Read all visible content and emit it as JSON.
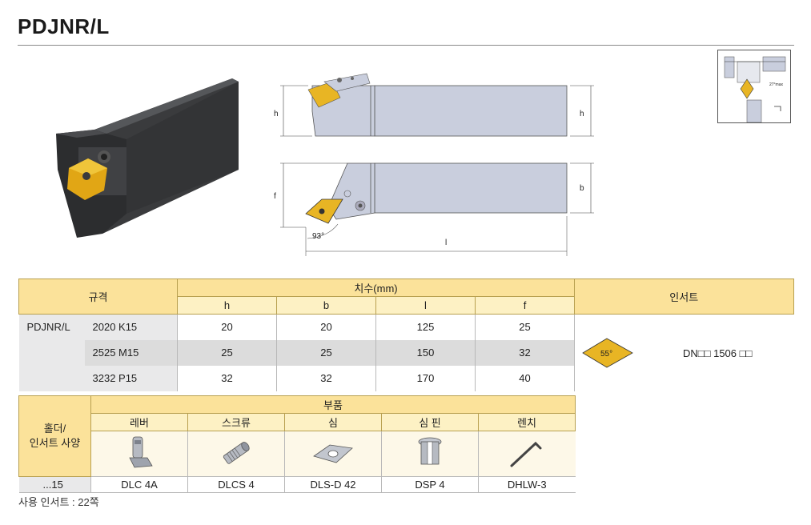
{
  "title": "PDJNR/L",
  "drawing": {
    "h_left": "h",
    "h_right": "h",
    "f_label": "f",
    "b_label": "b",
    "l_label": "l",
    "angle": "93°"
  },
  "inset": {
    "angle_label": "27°max"
  },
  "spec_table": {
    "col_spec": "규격",
    "col_dims": "치수(mm)",
    "col_insert": "인서트",
    "dim_headers": [
      "h",
      "b",
      "l",
      "f"
    ],
    "model": "PDJNR/L",
    "rows": [
      {
        "spec": "2020 K15",
        "h": "20",
        "b": "20",
        "l": "125",
        "f": "25"
      },
      {
        "spec": "2525 M15",
        "h": "25",
        "b": "25",
        "l": "150",
        "f": "32"
      },
      {
        "spec": "3232 P15",
        "h": "32",
        "b": "32",
        "l": "170",
        "f": "40"
      }
    ],
    "insert_angle": "55°",
    "insert_code": "DN□□ 1506 □□"
  },
  "parts_table": {
    "holder_label_1": "홀더/",
    "holder_label_2": "인서트 사양",
    "parts_header": "부품",
    "part_names": [
      "레버",
      "스크류",
      "심",
      "심 핀",
      "렌치"
    ],
    "holder_code": "...15",
    "part_codes": [
      "DLC 4A",
      "DLCS 4",
      "DLS-D 42",
      "DSP 4",
      "DHLW-3"
    ]
  },
  "note": "사용 인서트 : 22쪽"
}
